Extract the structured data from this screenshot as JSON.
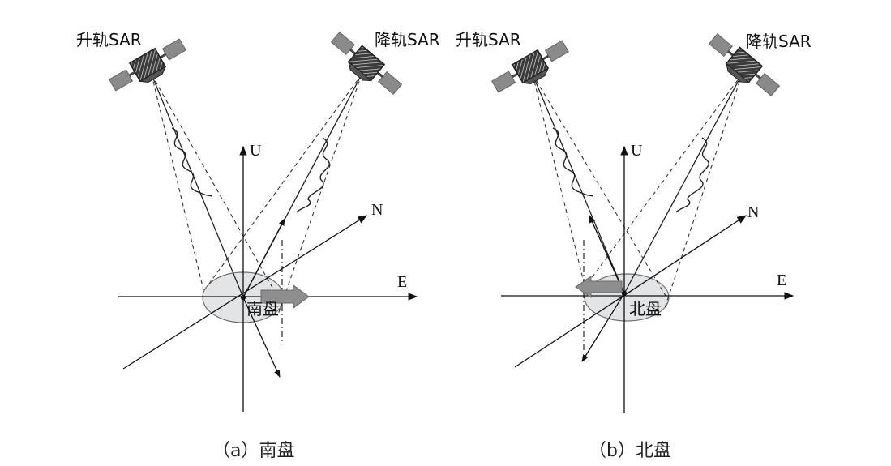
{
  "labels": {
    "ascending_sar": "升轨SAR",
    "descending_sar": "降轨SAR",
    "axis_u": "U",
    "axis_n": "N",
    "axis_e": "E"
  },
  "panels": [
    {
      "id": "a",
      "wall_label": "南盘",
      "caption": "（a）南盘"
    },
    {
      "id": "b",
      "wall_label": "北盘",
      "caption": "（b）北盘"
    }
  ]
}
